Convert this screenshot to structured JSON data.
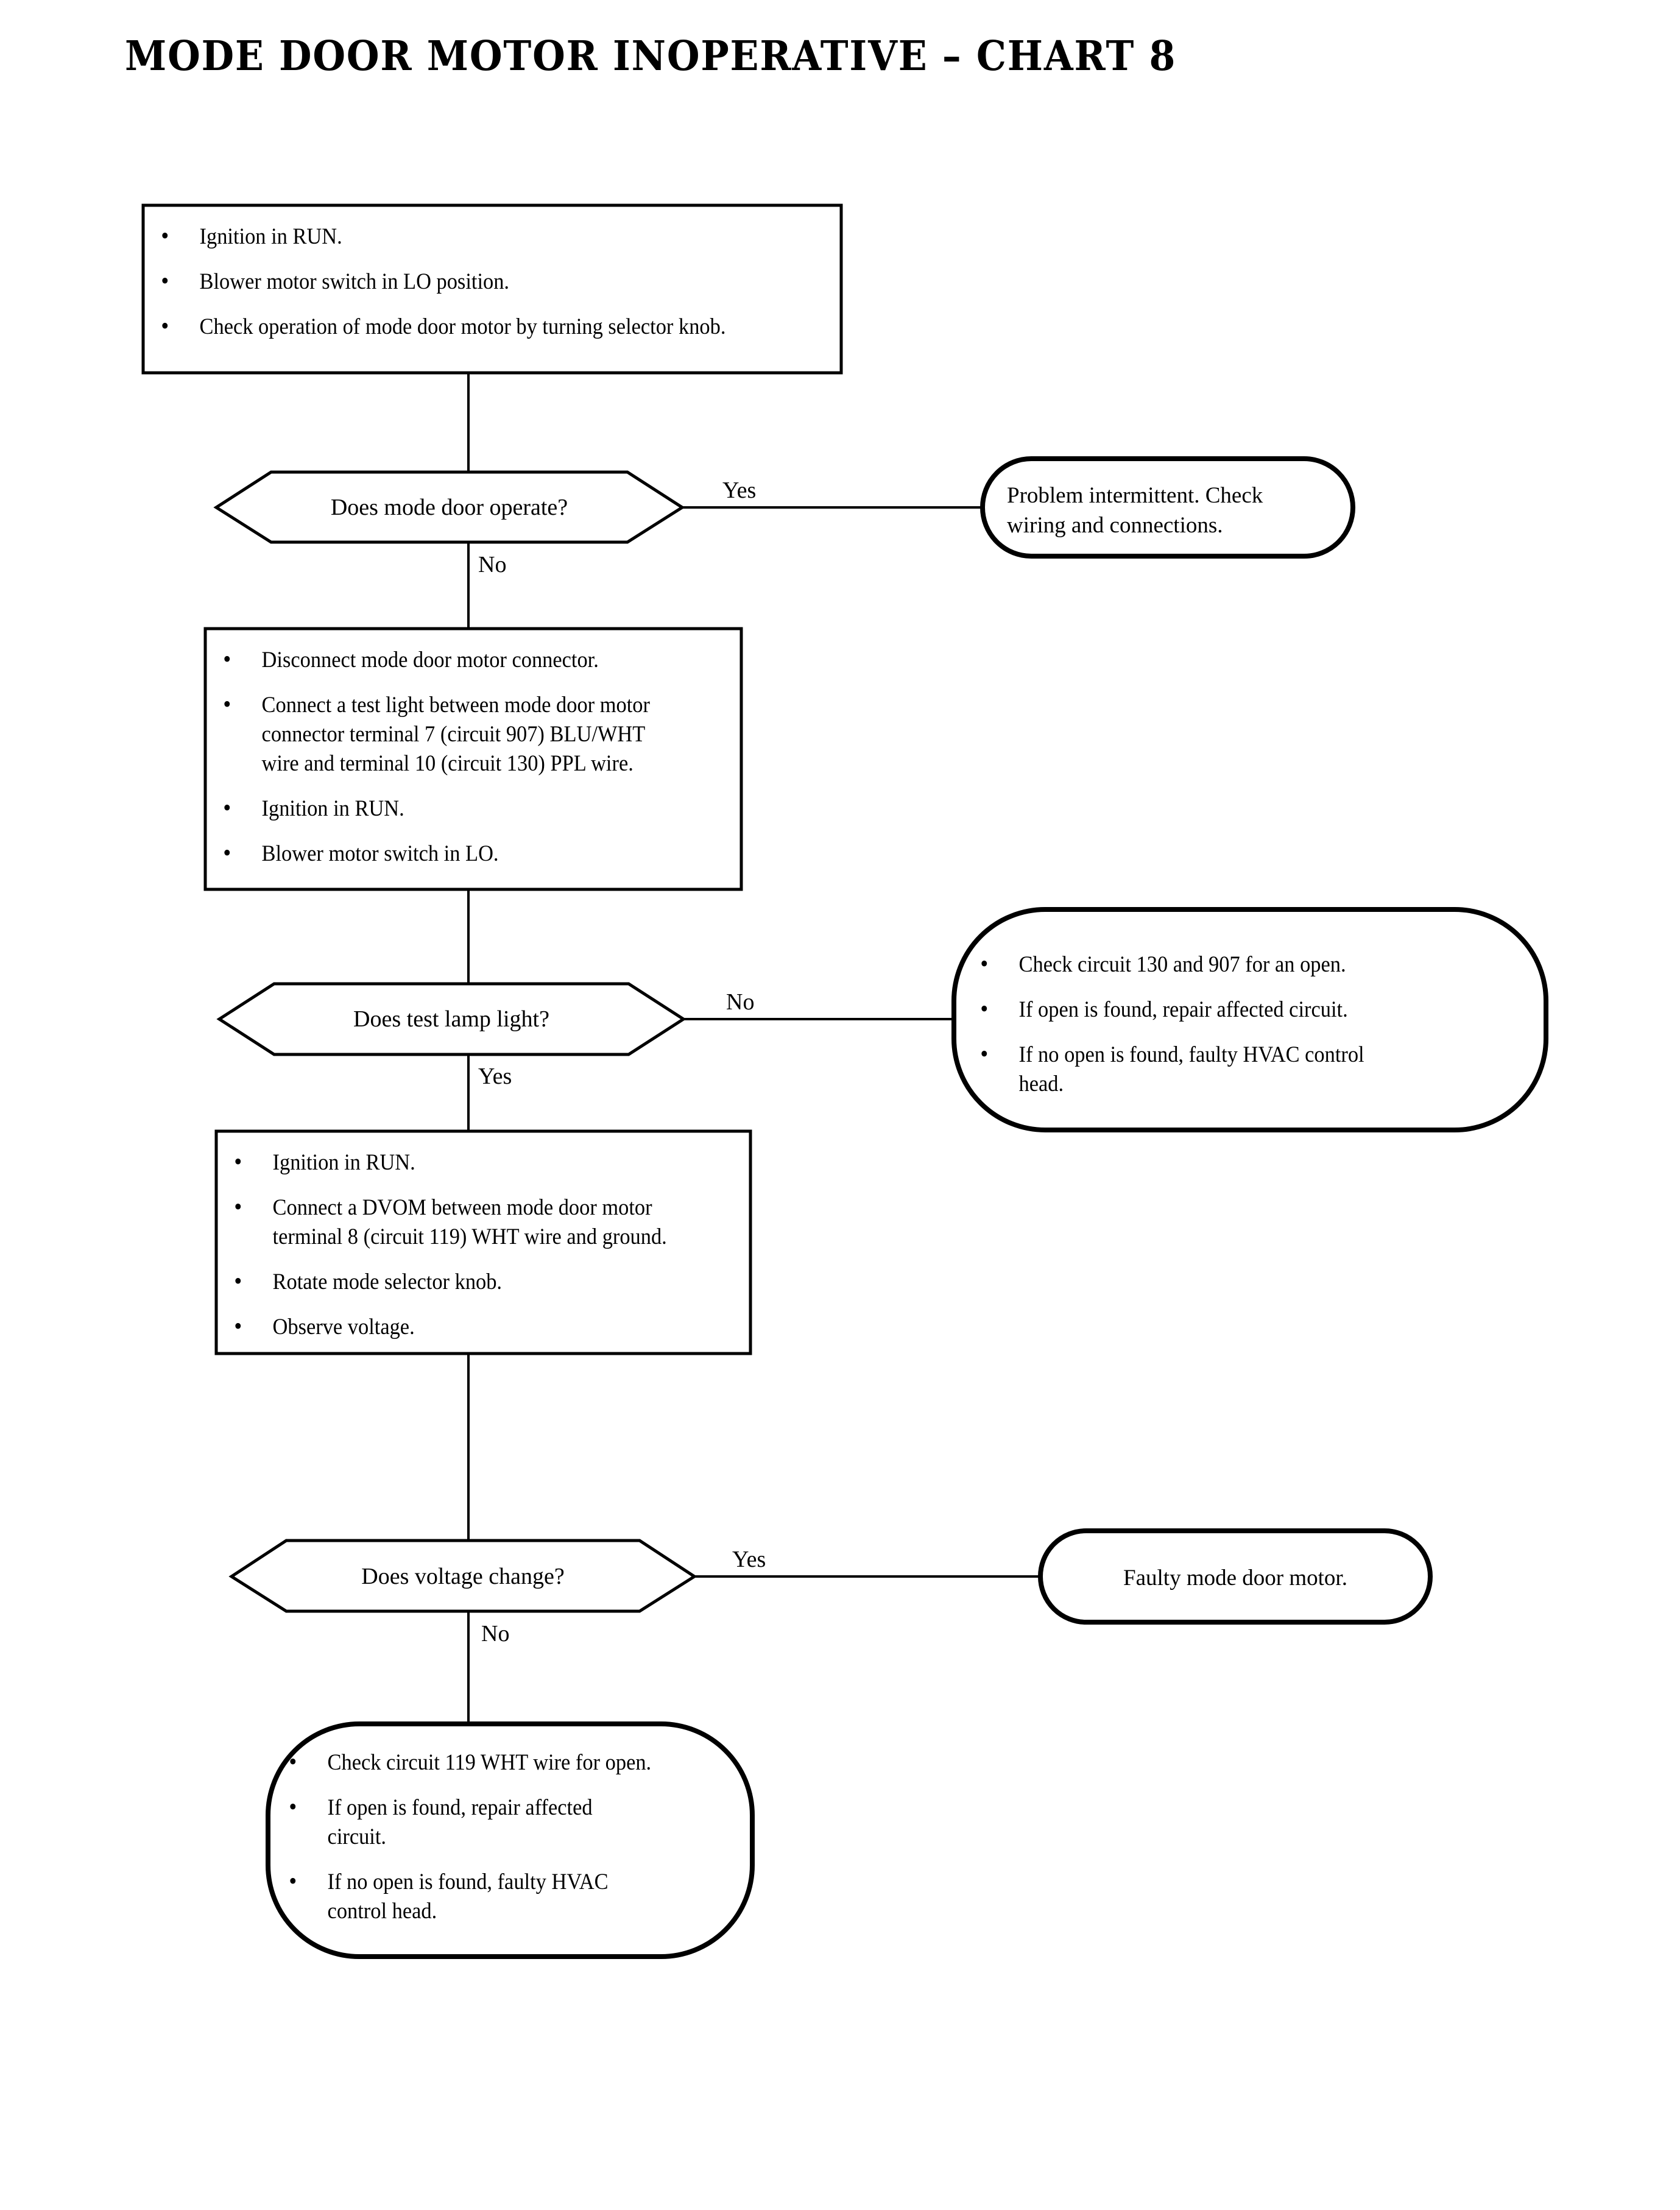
{
  "page": {
    "title": "MODE DOOR MOTOR INOPERATIVE – CHART 8",
    "background_color": "#ffffff",
    "line_color": "#000000"
  },
  "chart_data": {
    "type": "diagram",
    "title": "MODE DOOR MOTOR INOPERATIVE – CHART 8",
    "diagram_kind": "troubleshooting-flowchart",
    "nodes": [
      {
        "id": "step1",
        "shape": "process",
        "items": [
          "Ignition in RUN.",
          "Blower motor switch in LO position.",
          "Check operation of mode door motor by turning selector knob."
        ]
      },
      {
        "id": "decision1",
        "shape": "decision",
        "text": "Does mode door operate?",
        "branches": [
          {
            "label": "Yes",
            "direction": "right",
            "target": "term1"
          },
          {
            "label": "No",
            "direction": "down",
            "target": "step2"
          }
        ]
      },
      {
        "id": "term1",
        "shape": "terminator",
        "text": "Problem intermittent. Check wiring and connections."
      },
      {
        "id": "step2",
        "shape": "process",
        "items": [
          "Disconnect mode door motor connector.",
          "Connect a test light between mode door motor connector terminal 7 (circuit 907) BLU/WHT wire and terminal 10 (circuit 130) PPL wire.",
          "Ignition in RUN.",
          "Blower motor switch in LO."
        ]
      },
      {
        "id": "decision2",
        "shape": "decision",
        "text": "Does test lamp light?",
        "branches": [
          {
            "label": "No",
            "direction": "right",
            "target": "term2"
          },
          {
            "label": "Yes",
            "direction": "down",
            "target": "step3"
          }
        ]
      },
      {
        "id": "term2",
        "shape": "terminator",
        "items": [
          "Check circuit 130 and 907 for an open.",
          "If open is found, repair affected circuit.",
          "If no open is found, faulty HVAC control head."
        ]
      },
      {
        "id": "step3",
        "shape": "process",
        "items": [
          "Ignition in RUN.",
          "Connect a DVOM between mode door motor terminal 8 (circuit 119) WHT wire and ground.",
          "Rotate mode selector knob.",
          "Observe voltage."
        ]
      },
      {
        "id": "decision3",
        "shape": "decision",
        "text": "Does voltage change?",
        "branches": [
          {
            "label": "Yes",
            "direction": "right",
            "target": "term3"
          },
          {
            "label": "No",
            "direction": "down",
            "target": "term4"
          }
        ]
      },
      {
        "id": "term3",
        "shape": "terminator",
        "text": "Faulty mode door motor."
      },
      {
        "id": "term4",
        "shape": "terminator",
        "items": [
          "Check circuit 119 WHT wire for open.",
          "If open is found, repair affected circuit.",
          "If no open is found, faulty HVAC control head."
        ]
      }
    ]
  },
  "step1": {
    "item0": "Ignition in RUN.",
    "item1": "Blower motor switch in LO position.",
    "item2": "Check operation of mode door motor by turning selector knob."
  },
  "decision1": {
    "text": "Does mode door operate?",
    "yes_label": "Yes",
    "no_label": "No"
  },
  "term1": {
    "line0": "Problem intermittent. Check",
    "line1": "wiring and connections."
  },
  "step2": {
    "item0": "Disconnect mode door motor connector.",
    "item1": "Connect a test light between mode door motor connector terminal 7 (circuit 907) BLU/WHT wire and terminal 10 (circuit 130) PPL wire.",
    "item2": "Ignition in RUN.",
    "item3": "Blower motor switch in LO."
  },
  "decision2": {
    "text": "Does test lamp light?",
    "no_label": "No",
    "yes_label": "Yes"
  },
  "term2": {
    "item0": "Check circuit 130 and 907 for an open.",
    "item1": "If open is found, repair affected circuit.",
    "item2": "If no open is found, faulty HVAC control head."
  },
  "step3": {
    "item0": "Ignition in RUN.",
    "item1": "Connect a DVOM between mode door motor terminal 8 (circuit 119) WHT wire and ground.",
    "item2": "Rotate mode selector knob.",
    "item3": "Observe voltage."
  },
  "decision3": {
    "text": "Does voltage change?",
    "yes_label": "Yes",
    "no_label": "No"
  },
  "term3": {
    "text": "Faulty mode door motor."
  },
  "term4": {
    "item0": "Check circuit 119 WHT wire for open.",
    "item1": "If open is found, repair affected circuit.",
    "item2": "If no open is found, faulty HVAC control head."
  }
}
